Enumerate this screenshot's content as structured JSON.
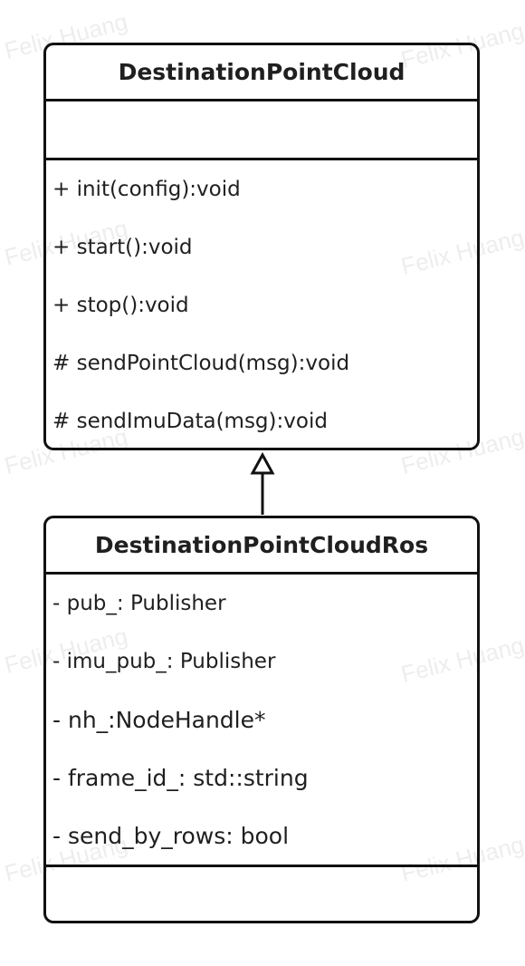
{
  "watermark": "Felix Huang",
  "parent_class": {
    "name": "DestinationPointCloud",
    "attributes": [],
    "operations": [
      "+ init(config):void",
      "+ start():void",
      "+ stop():void",
      "# sendPointCloud(msg):void",
      "# sendImuData(msg):void"
    ]
  },
  "child_class": {
    "name": "DestinationPointCloudRos",
    "attributes": [
      "- pub_: Publisher",
      "- imu_pub_: Publisher",
      "- nh_:NodeHandle*",
      "- frame_id_: std::string",
      "- send_by_rows: bool"
    ],
    "operations": []
  },
  "relationship": {
    "type": "generalization",
    "from": "DestinationPointCloudRos",
    "to": "DestinationPointCloud"
  }
}
